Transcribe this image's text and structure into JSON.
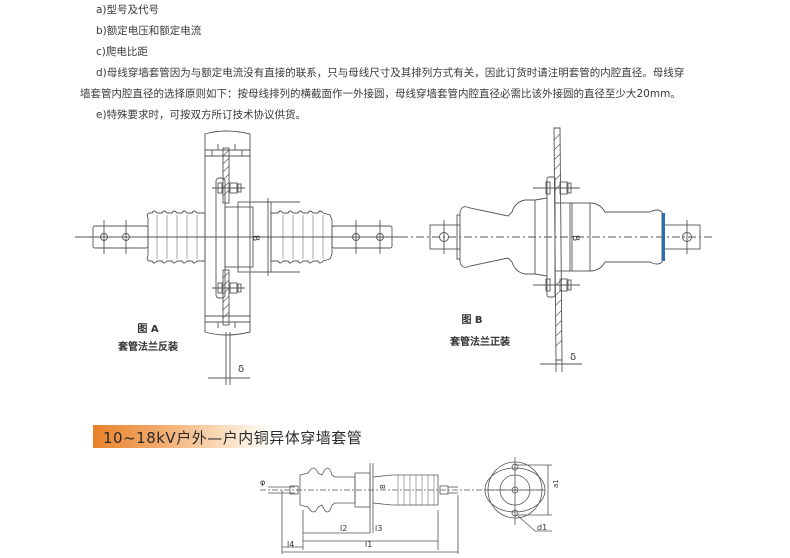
{
  "notes": {
    "items": [
      {
        "label": "a)型号及代号"
      },
      {
        "label": "b)额定电压和额定电流"
      },
      {
        "label": "c)爬电比距"
      },
      {
        "label": "d)母线穿墙套管因为与额定电流没有直接的联系，只与母线尺寸及其排列方式有关，因此订货时请注明套管的内腔直径。母线穿"
      },
      {
        "label": "墙套管内腔直径的选择原则如下：按母线排列的横截面作一外接圆，母线穿墙套管内腔直径必需比该外接圆的直径至少大20mm。"
      },
      {
        "label": "e)特殊要求时，可按双方所订技术协议供货。"
      }
    ]
  },
  "figure_a": {
    "label": "图  A",
    "caption": "套管法兰反装",
    "dim_b": "B",
    "dim_delta": "δ"
  },
  "figure_b": {
    "label": "图  B",
    "caption": "套管法兰正装",
    "dim_b": "B",
    "dim_delta": "δ",
    "accent_color": "#2a6db5"
  },
  "section": {
    "title": "10~18kV户外—户内铜异体穿墙套管",
    "banner_color": "#e8822a"
  },
  "figure_c": {
    "dims": {
      "phi": "φ",
      "l1": "l1",
      "l2": "l2",
      "l3": "l3",
      "l4": "l4",
      "b": "B",
      "d1": "d1",
      "a1": "a1"
    }
  }
}
